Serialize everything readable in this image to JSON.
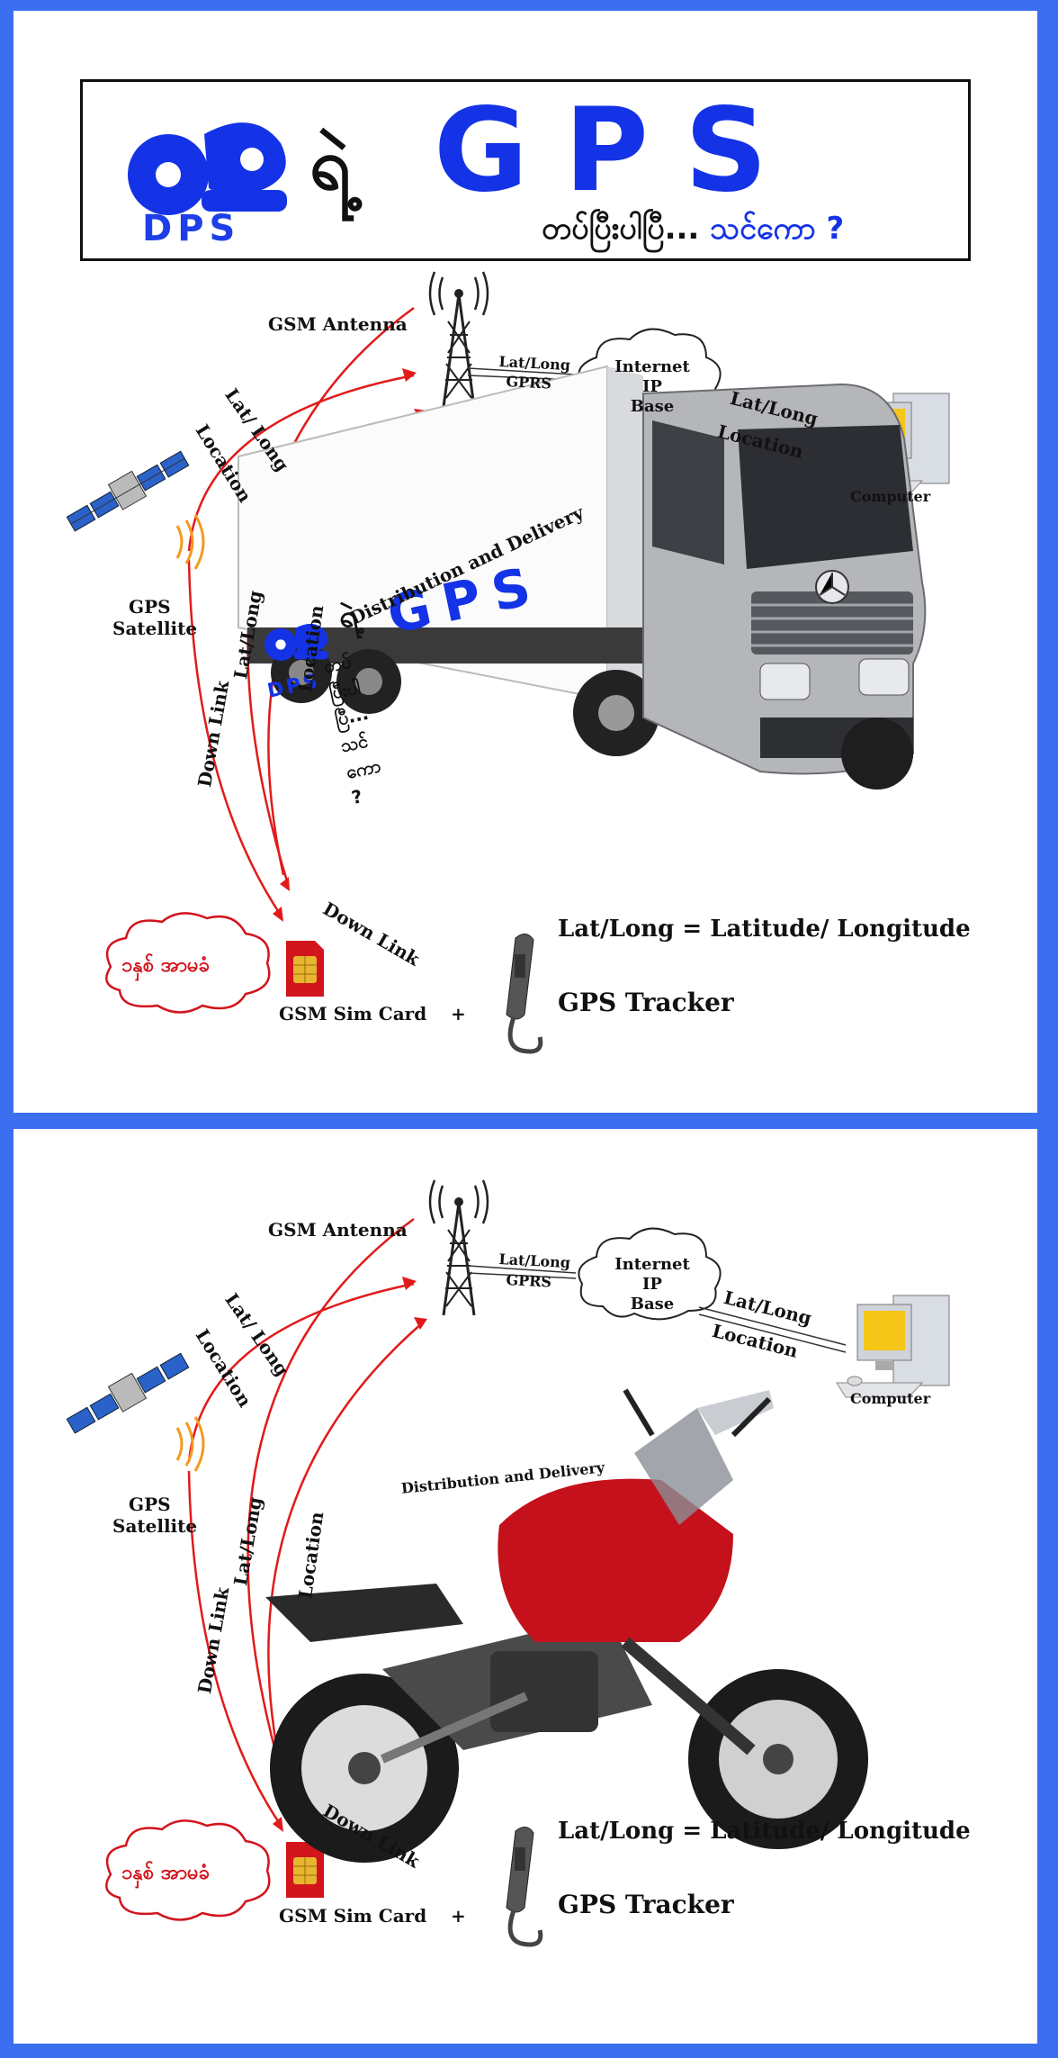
{
  "banner": {
    "logo_text": "DPS",
    "ray_text": "ရဲ့",
    "gps_text": "GPS",
    "tagline_text": "တပ်ပြီးပါပြီ...",
    "tagline_question": "သင်ကော ?"
  },
  "diagram": {
    "gsm_antenna": "GSM Antenna",
    "lat_long_gprs_1": "Lat/Long",
    "lat_long_gprs_2": "GPRS",
    "internet_1": "Internet IP",
    "internet_2": "Base",
    "lat_long_location_1": "Lat/Long",
    "lat_long_location_2": "Location",
    "computer": "Computer",
    "lat_long_arc": "Lat/ Long",
    "location_arc": "Location",
    "gps_satellite_1": "GPS",
    "gps_satellite_2": "Satellite",
    "down_link_left": "Down Link",
    "lat_long_inner": "Lat/Long",
    "location_inner": "Location",
    "down_link_bottom": "Down Link",
    "sim_card": "GSM Sim Card",
    "plus": "+",
    "gps_tracker": "GPS Tracker",
    "lat_long_def": "Lat/Long = Latitude/ Longitude",
    "promo": "၁နှစ် အာမခံ",
    "distribution": "Distribution and Delivery"
  },
  "truck_sign": {
    "ray": "ရဲ့",
    "gps": "GPS",
    "dps": "DPS",
    "tagline": "တပ်ပြီးပါပြီ... သင်ကော ?"
  },
  "colors": {
    "frame": "#3c6ff0",
    "brand_blue": "#1433e6",
    "arrow_red": "#e11b1b"
  }
}
